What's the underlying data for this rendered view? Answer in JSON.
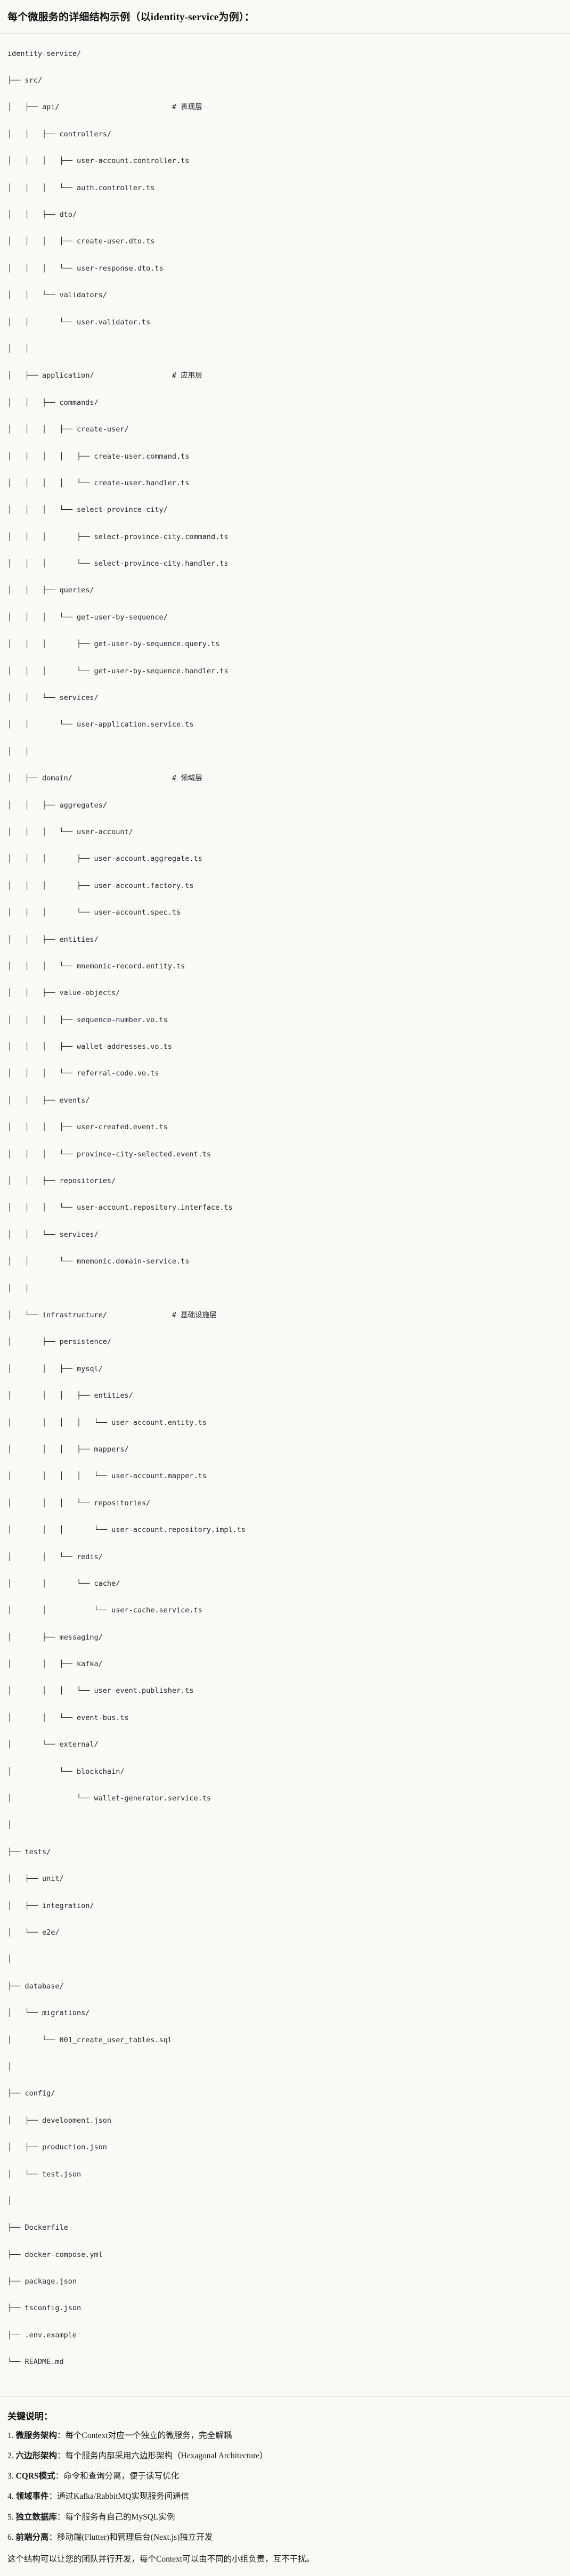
{
  "header": {
    "title": "每个微服务的详细结构示例（以identity-service为例）："
  },
  "tree": {
    "root": "identity-service/",
    "lines": [
      "identity-service/",
      "├── src/",
      "│   ├── api/                          # 表现层",
      "│   │   ├── controllers/",
      "│   │   │   ├── user-account.controller.ts",
      "│   │   │   └── auth.controller.ts",
      "│   │   ├── dto/",
      "│   │   │   ├── create-user.dto.ts",
      "│   │   │   └── user-response.dto.ts",
      "│   │   └── validators/",
      "│   │       └── user.validator.ts",
      "│   │",
      "│   ├── application/                  # 应用层",
      "│   │   ├── commands/",
      "│   │   │   ├── create-user/",
      "│   │   │   │   ├── create-user.command.ts",
      "│   │   │   │   └── create-user.handler.ts",
      "│   │   │   └── select-province-city/",
      "│   │   │       ├── select-province-city.command.ts",
      "│   │   │       └── select-province-city.handler.ts",
      "│   │   ├── queries/",
      "│   │   │   └── get-user-by-sequence/",
      "│   │   │       ├── get-user-by-sequence.query.ts",
      "│   │   │       └── get-user-by-sequence.handler.ts",
      "│   │   └── services/",
      "│   │       └── user-application.service.ts",
      "│   │",
      "│   ├── domain/                       # 领域层",
      "│   │   ├── aggregates/",
      "│   │   │   └── user-account/",
      "│   │   │       ├── user-account.aggregate.ts",
      "│   │   │       ├── user-account.factory.ts",
      "│   │   │       └── user-account.spec.ts",
      "│   │   ├── entities/",
      "│   │   │   └── mnemonic-record.entity.ts",
      "│   │   ├── value-objects/",
      "│   │   │   ├── sequence-number.vo.ts",
      "│   │   │   ├── wallet-addresses.vo.ts",
      "│   │   │   └── referral-code.vo.ts",
      "│   │   ├── events/",
      "│   │   │   ├── user-created.event.ts",
      "│   │   │   └── province-city-selected.event.ts",
      "│   │   ├── repositories/",
      "│   │   │   └── user-account.repository.interface.ts",
      "│   │   └── services/",
      "│   │       └── mnemonic.domain-service.ts",
      "│   │",
      "│   └── infrastructure/               # 基础设施层",
      "│       ├── persistence/",
      "│       │   ├── mysql/",
      "│       │   │   ├── entities/",
      "│       │   │   │   └── user-account.entity.ts",
      "│       │   │   ├── mappers/",
      "│       │   │   │   └── user-account.mapper.ts",
      "│       │   │   └── repositories/",
      "│       │   │       └── user-account.repository.impl.ts",
      "│       │   └── redis/",
      "│       │       └── cache/",
      "│       │           └── user-cache.service.ts",
      "│       ├── messaging/",
      "│       │   ├── kafka/",
      "│       │   │   └── user-event.publisher.ts",
      "│       │   └── event-bus.ts",
      "│       └── external/",
      "│           └── blockchain/",
      "│               └── wallet-generator.service.ts",
      "│",
      "├── tests/",
      "│   ├── unit/",
      "│   ├── integration/",
      "│   └── e2e/",
      "│",
      "├── database/",
      "│   └── migrations/",
      "│       └── 001_create_user_tables.sql",
      "│",
      "├── config/",
      "│   ├── development.json",
      "│   ├── production.json",
      "│   └── test.json",
      "│",
      "├── Dockerfile",
      "├── docker-compose.yml",
      "├── package.json",
      "├── tsconfig.json",
      "├── .env.example",
      "└── README.md"
    ],
    "layer_comments": [
      {
        "label": "# 表现层",
        "applies_to": "src/api/"
      },
      {
        "label": "# 应用层",
        "applies_to": "src/application/"
      },
      {
        "label": "# 领域层",
        "applies_to": "src/domain/"
      },
      {
        "label": "# 基础设施层",
        "applies_to": "src/infrastructure/"
      }
    ]
  },
  "notes": {
    "title": "关键说明：",
    "items": [
      {
        "term": "微服务架构",
        "sep": "：",
        "desc": "每个Context对应一个独立的微服务，完全解耦"
      },
      {
        "term": "六边形架构",
        "sep": "：",
        "desc": "每个服务内部采用六边形架构（Hexagonal Architecture）"
      },
      {
        "term": "CQRS模式",
        "sep": "：",
        "desc": "命令和查询分离，便于读写优化"
      },
      {
        "term": "领域事件",
        "sep": "：",
        "desc": "通过Kafka/RabbitMQ实现服务间通信"
      },
      {
        "term": "独立数据库",
        "sep": "：",
        "desc": "每个服务有自己的MySQL实例"
      },
      {
        "term": "前端分离",
        "sep": "：",
        "desc": "移动端(Flutter)和管理后台(Next.js)独立开发"
      }
    ],
    "closing": "这个结构可以让您的团队并行开发，每个Context可以由不同的小组负责，互不干扰。"
  },
  "colors": {
    "page_bg": "#FAF9F6",
    "code_bg": "#FBFAF7",
    "text": "#1A1A1A",
    "code_text": "#24292E",
    "rule": "#E2E0DA"
  }
}
